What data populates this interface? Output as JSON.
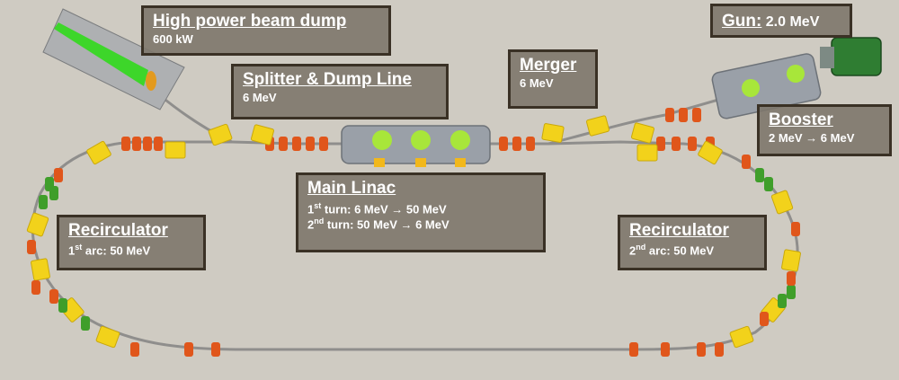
{
  "labels": {
    "dump": {
      "title": "High power beam dump",
      "sub": "600 kW"
    },
    "gun": {
      "title": "Gun:",
      "value": " 2.0 MeV"
    },
    "splitter": {
      "title": "Splitter & Dump Line",
      "sub": "6 MeV"
    },
    "merger": {
      "title": "Merger",
      "sub": "6 MeV"
    },
    "booster": {
      "title": "Booster",
      "sub": "2 MeV → 6 MeV"
    },
    "main_linac": {
      "title": "Main Linac",
      "turn1_ord": "1",
      "turn1_sup": "st",
      "turn1_text": " turn:  6 MeV   → 50 MeV",
      "turn2_ord": "2",
      "turn2_sup": "nd",
      "turn2_text": " turn: 50 MeV → 6 MeV"
    },
    "recirc_left": {
      "title": "Recirculator",
      "ord": "1",
      "sup": "st",
      "text": " arc: 50 MeV"
    },
    "recirc_right": {
      "title": "Recirculator",
      "ord": "2",
      "sup": "nd",
      "text": " arc: 50 MeV"
    }
  },
  "colors": {
    "background": "#cfcbc2",
    "beamline": "#8f8e8c",
    "quadrupole": "#e0561b",
    "dipole": "#f2d21b",
    "sextupole": "#3f9e2a",
    "cryomodule": "#9aa0a8",
    "cavity_port": "#a8e63a",
    "dump_cone": "#3dd62a",
    "gun_body": "#2f7d32",
    "label_fill": "#7d776c",
    "label_border": "#3a3125"
  }
}
